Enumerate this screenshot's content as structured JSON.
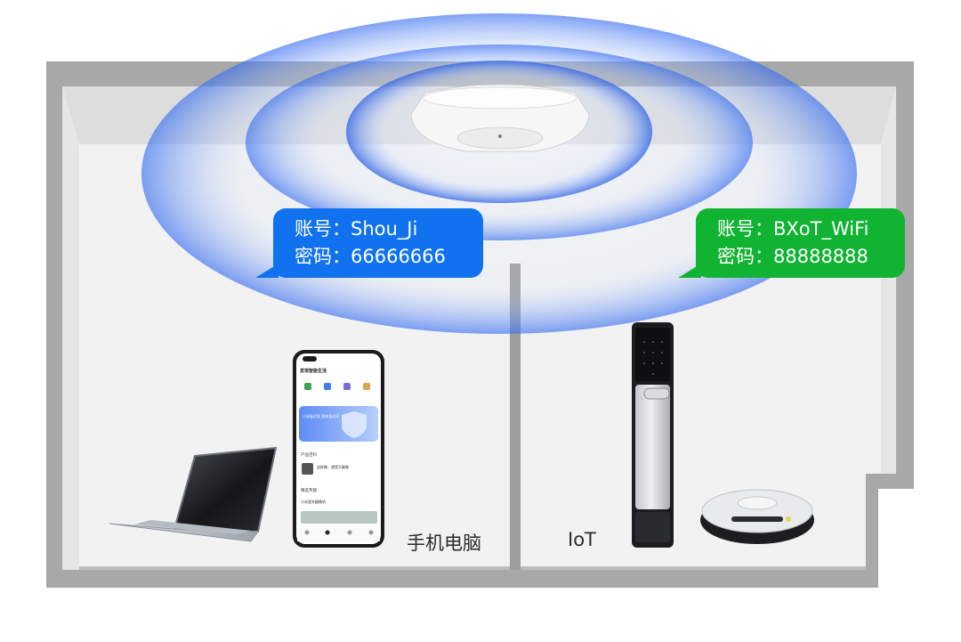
{
  "bubbles": {
    "phone": {
      "account": "账号：Shou_Ji",
      "password": "密码：66666666",
      "color": "#1172ef"
    },
    "iot": {
      "account": "账号：BXoT_WiFi",
      "password": "密码：88888888",
      "color": "#10b332"
    }
  },
  "captions": {
    "phone_pc": "手机电脑",
    "iot": "IoT"
  },
  "phone_screen": {
    "title": "发现智能生活",
    "banner": "小米延迟家 到你身边享",
    "section1": "产品百科",
    "item1": "这样做，就是又能做",
    "section2": "精选专题",
    "item2": "小米室外摄像机"
  },
  "colors": {
    "wall": "#a9a9a9",
    "floor_room": "#f2f2f2",
    "ceiling": "#dcdcdc",
    "wifi_signal": "#3a7bff"
  }
}
